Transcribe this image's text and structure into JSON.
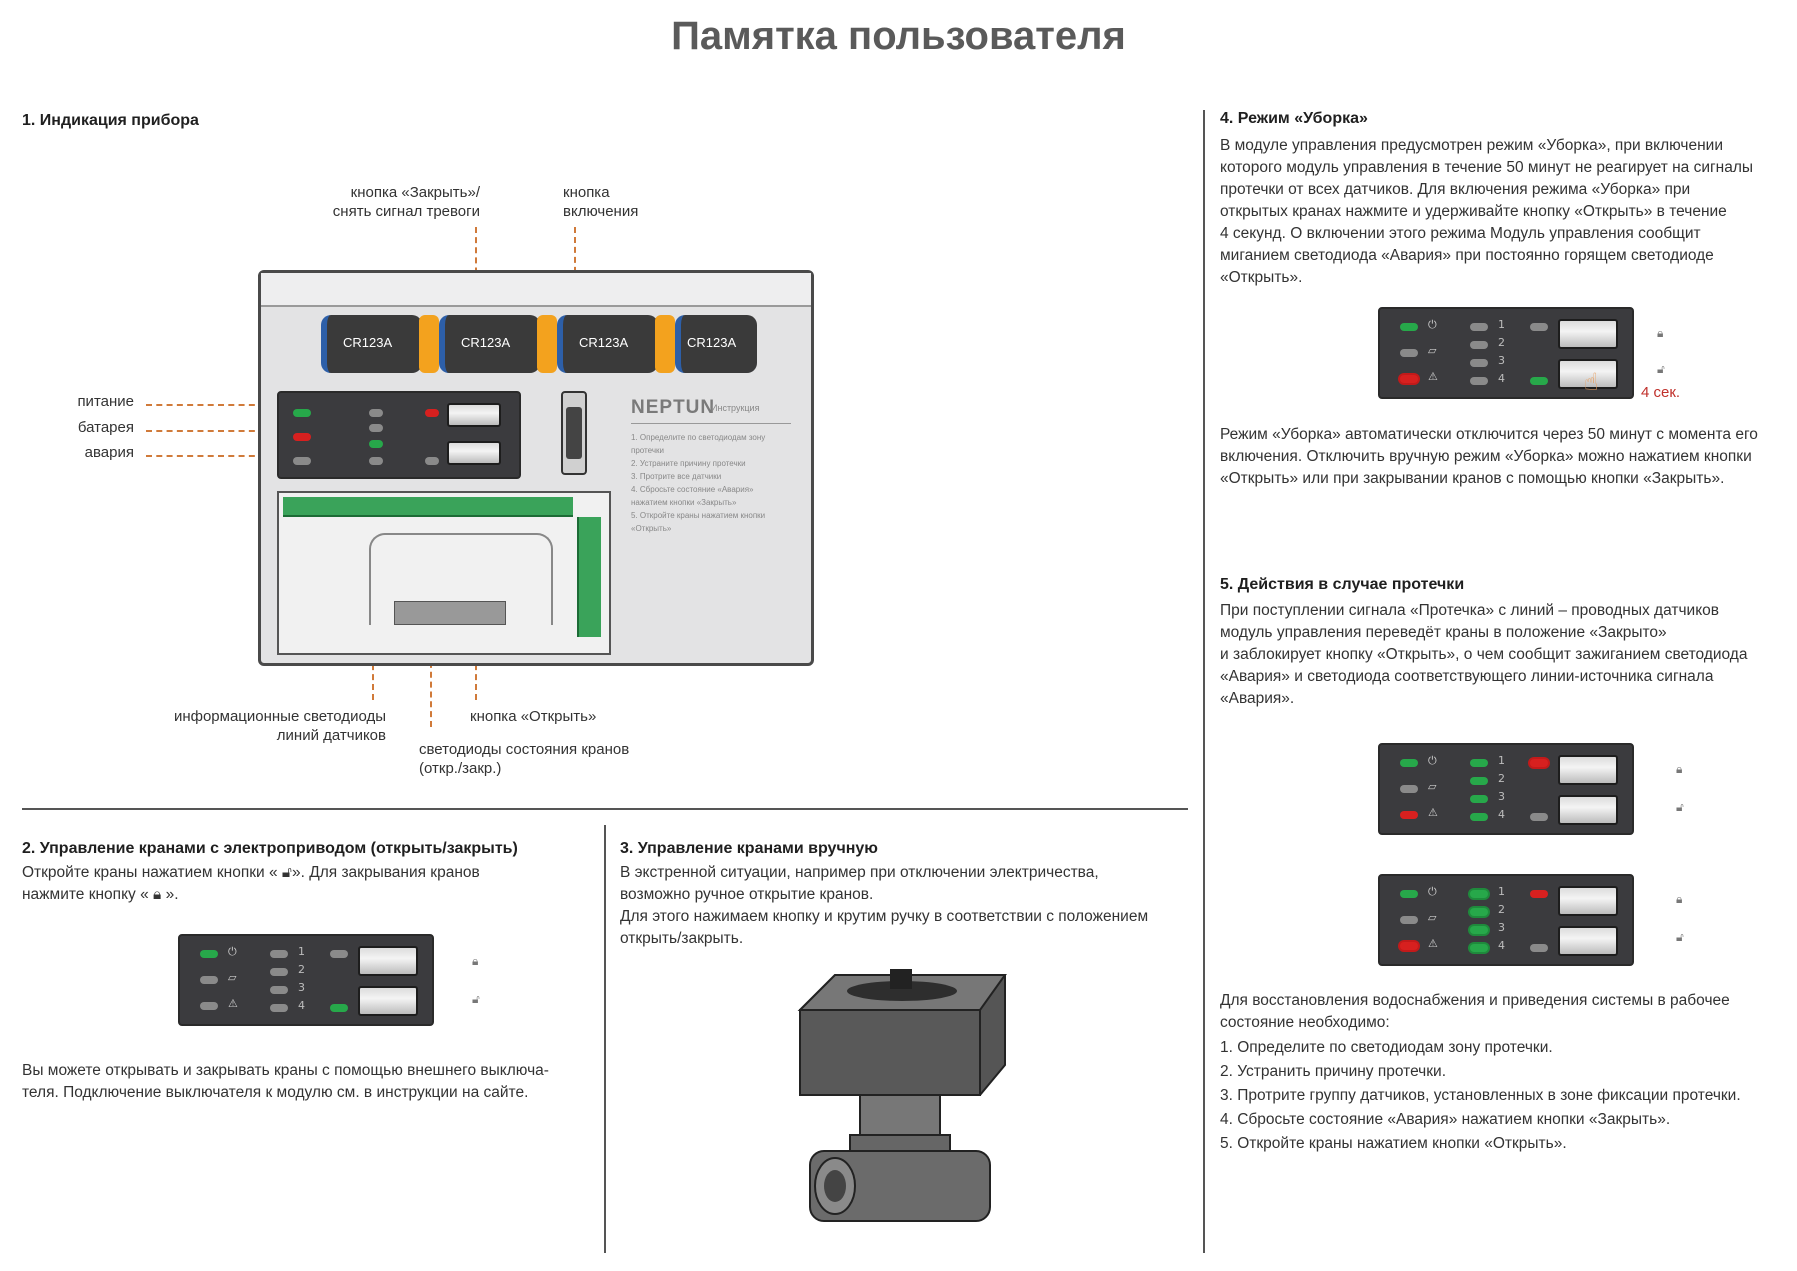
{
  "title": "Памятка пользователя",
  "s1": {
    "heading": "1. Индикация прибора",
    "labels": {
      "close_btn": [
        "кнопка «Закрыть»/",
        "снять сигнал тревоги"
      ],
      "power_btn": [
        "кнопка",
        "включения"
      ],
      "power": "питание",
      "battery": "батарея",
      "alarm": "авария",
      "sensor_leds": [
        "информационные светодиоды",
        "линий датчиков"
      ],
      "open_btn": "кнопка «Открыть»",
      "valve_leds": [
        "светодиоды состояния кранов",
        "(откр./закр.)"
      ]
    },
    "device": {
      "battery_label": "CR123A",
      "brand": "NEPTUN",
      "brand_sub": "Инструкция",
      "instructions": [
        "1.  Определите по светодиодам зону протечки",
        "2.  Устраните причину протечки",
        "3.  Протрите все датчики",
        "4.  Сбросьте состояние «Авария» нажатием кнопки «Закрыть»",
        "5.  Откройте краны нажатием кнопки «Открыть»"
      ]
    }
  },
  "s2": {
    "heading": "2. Управление кранами с электроприводом (открыть/закрыть)",
    "p1": "Откройте краны нажатием кнопки « ». Для закрывания кранов нажмите кнопку « ».",
    "p1a": "Откройте краны нажатием кнопки «",
    "p1b": "». Для закрывания кранов",
    "p1c": "нажмите кнопку «",
    "p1d": "».",
    "p2": [
      "Вы можете открывать и закрывать краны с помощью внешнего выключа-",
      "теля. Подключение выключателя к модулю см. в инструкции на сайте."
    ]
  },
  "s3": {
    "heading": "3. Управление кранами вручную",
    "p": [
      "В экстренной ситуации, например при отключении электричества,",
      "возможно ручное открытие кранов.",
      "Для этого нажимаем кнопку и крутим ручку в соответствии с положением",
      "открыть/закрыть."
    ]
  },
  "s4": {
    "heading": "4. Режим «Уборка»",
    "p1": [
      "В модуле управления предусмотрен режим «Уборка», при включении",
      "которого модуль управления в течение 50 минут не реагирует на сигналы",
      "протечки от всех датчиков. Для включения режима «Уборка» при",
      "открытых кранах нажмите и удерживайте кнопку «Открыть» в течение",
      "4 секунд. О включении этого режима Модуль управления сообщит",
      "миганием светодиода «Авария» при постоянно горящем светодиоде",
      "«Открыть»."
    ],
    "hold": "4 сек.",
    "p2": [
      "Режим «Уборка» автоматически отключится через 50 минут с момента его",
      "включения. Отключить вручную режим «Уборка» можно нажатием кнопки",
      "«Открыть» или при закрывании кранов с помощью кнопки «Закрыть»."
    ]
  },
  "s5": {
    "heading": "5. Действия в случае протечки",
    "p1": [
      "При поступлении сигнала «Протечка» с линий – проводных датчиков",
      "модуль управления переведёт краны в положение «Закрыто»",
      "и заблокирует кнопку «Открыть», о чем сообщит зажиганием светодиода",
      "«Авария» и светодиода соответствующего линии-источника сигнала",
      "«Авария»."
    ],
    "p2": [
      "Для восстановления водоснабжения и приведения системы в рабочее",
      "состояние необходимо:"
    ],
    "steps": [
      "1.  Определите по светодиодам зону протечки.",
      "2.  Устранить причину протечки.",
      "3.  Протрите группу датчиков, установленных в зоне фиксации протечки.",
      "4.  Сбросьте состояние «Авария» нажатием кнопки «Закрыть».",
      "5.  Откройте краны нажатием кнопки «Открыть»."
    ]
  },
  "panel_labels": {
    "l1": "1",
    "l2": "2",
    "l3": "3",
    "l4": "4"
  }
}
